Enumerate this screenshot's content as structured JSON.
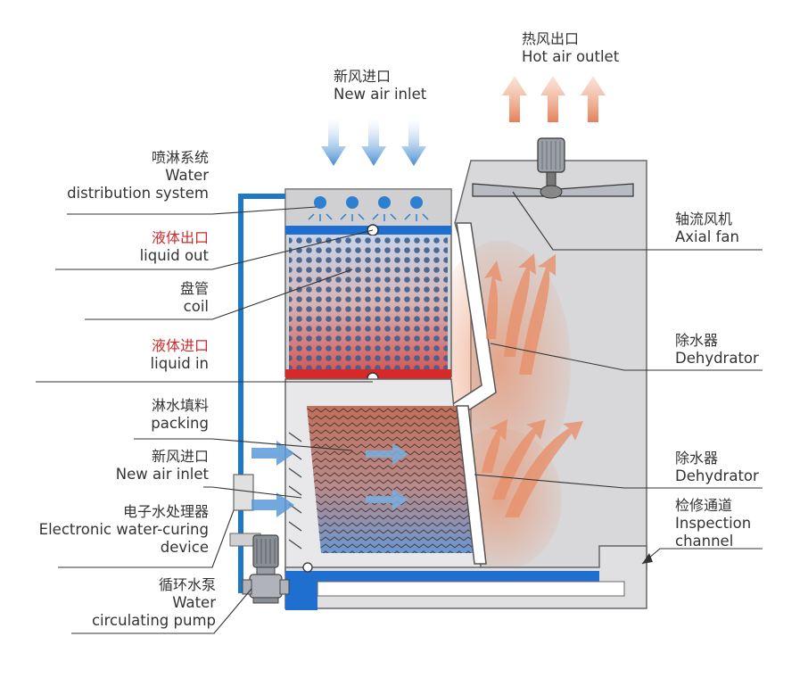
{
  "labels": {
    "hot_air_outlet": {
      "zh": "热风出口",
      "en": "Hot air outlet"
    },
    "new_air_inlet_top": {
      "zh": "新风进口",
      "en": "New air inlet"
    },
    "water_distribution": {
      "zh": "喷淋系统",
      "en1": "Water",
      "en2": "distribution system"
    },
    "liquid_out": {
      "zh": "液体出口",
      "en": "liquid out"
    },
    "coil": {
      "zh": "盘管",
      "en": "coil"
    },
    "liquid_in": {
      "zh": "液体进口",
      "en": "liquid  in"
    },
    "packing": {
      "zh": "淋水填料",
      "en": "packing"
    },
    "new_air_inlet_side": {
      "zh": "新风进口",
      "en": "New air inlet"
    },
    "water_curing": {
      "zh": "电子水处理器",
      "en1": "Electronic water-curing",
      "en2": "device"
    },
    "circulating_pump": {
      "zh": "循环水泵",
      "en1": "Water",
      "en2": "circulating pump"
    },
    "axial_fan": {
      "zh": "轴流风机",
      "en": "Axial  fan"
    },
    "dehydrator_1": {
      "zh": "除水器",
      "en": "Dehydrator"
    },
    "dehydrator_2": {
      "zh": "除水器",
      "en": "Dehydrator"
    },
    "inspection_channel": {
      "zh": "检修通道",
      "en1": "Inspection",
      "en2": "channel"
    }
  },
  "colors": {
    "housing": "#d6d6d8",
    "outline": "#555555",
    "blue_pipe": "#1e78c8",
    "red_pipe": "#d62a2a",
    "hot_air": "#e8906a",
    "cool_air": "#4a90d0"
  }
}
